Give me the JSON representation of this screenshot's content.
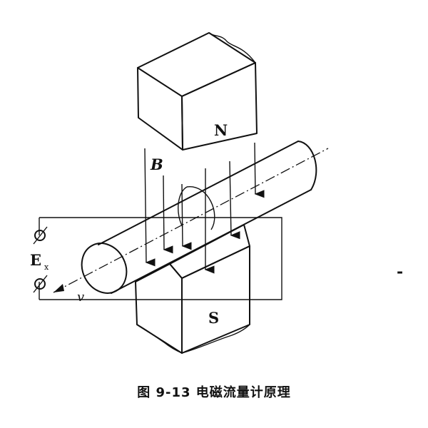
{
  "figure": {
    "pole_north": "N",
    "pole_south": "S",
    "field_label": "B",
    "emf_label": "E",
    "emf_subscript": "x",
    "velocity_label": "v",
    "side_mark": "-"
  },
  "caption": "图 9-13  电磁流量计原理"
}
